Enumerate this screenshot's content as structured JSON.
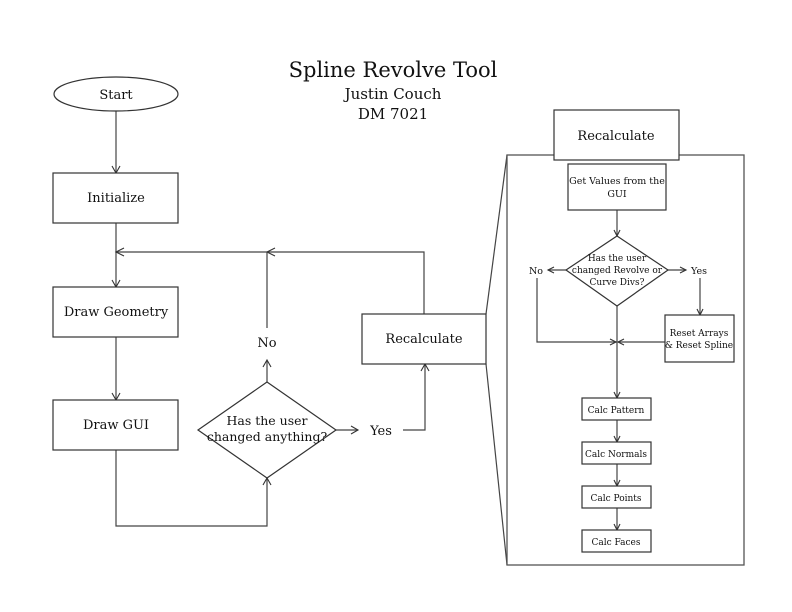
{
  "header": {
    "title": "Spline Revolve Tool",
    "author": "Justin Couch",
    "course": "DM 7021"
  },
  "main_flow": {
    "start": "Start",
    "initialize": "Initialize",
    "draw_geometry": "Draw Geometry",
    "draw_gui": "Draw GUI",
    "decision_line1": "Has the user",
    "decision_line2": "changed anything?",
    "no_label": "No",
    "yes_label": "Yes",
    "recalculate": "Recalculate"
  },
  "detail_panel": {
    "header": "Recalculate",
    "get_values_line1": "Get Values from the",
    "get_values_line2": "GUI",
    "decision_line1": "Has the user",
    "decision_line2": "changed Revolve or",
    "decision_line3": "Curve Divs?",
    "no_label": "No",
    "yes_label": "Yes",
    "reset_line1": "Reset Arrays",
    "reset_line2": "& Reset Spline",
    "steps": [
      "Calc Pattern",
      "Calc Normals",
      "Calc Points",
      "Calc Faces"
    ]
  }
}
